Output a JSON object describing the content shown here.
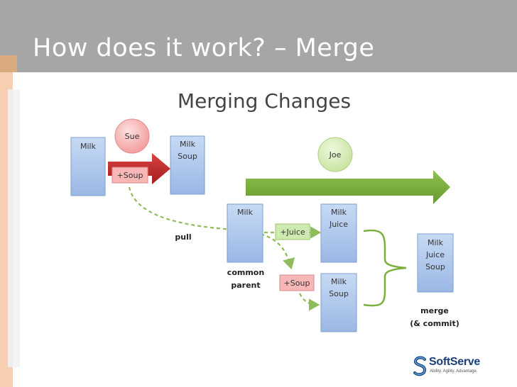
{
  "slide": {
    "title": "How does it work? – Merge"
  },
  "diagram": {
    "heading": "Merging Changes",
    "sue_label": "Sue",
    "joe_label": "Joe",
    "boxes": {
      "sue_start": [
        "Milk"
      ],
      "sue_result": [
        "Milk",
        "Soup"
      ],
      "common_parent": [
        "Milk"
      ],
      "joe_result": [
        "Milk",
        "Juice"
      ],
      "sue_pulled": [
        "Milk",
        "Soup"
      ],
      "merged": [
        "Milk",
        "Juice",
        "Soup"
      ]
    },
    "tags": {
      "sue_change": "+Soup",
      "joe_change": "+Juice",
      "pulled_change": "+Soup"
    },
    "captions": {
      "pull": "pull",
      "common_parent": [
        "common",
        "parent"
      ],
      "merge": [
        "merge",
        "(& commit)"
      ]
    },
    "colors": {
      "box_fill": "#a9c4ea",
      "box_stroke": "#7f9fd0",
      "sue_circle": "#f4a6a6",
      "joe_circle": "#cfe8a8",
      "sue_arrow": "#c0262c",
      "joe_arrow": "#7ab03c",
      "sue_tag": "#f7b7b7",
      "joe_tag": "#cfeab0",
      "dashed_path": "#8fbc5a"
    }
  },
  "logo": {
    "name": "SoftServe",
    "tagline": "Ability. Agility. Advantage."
  }
}
